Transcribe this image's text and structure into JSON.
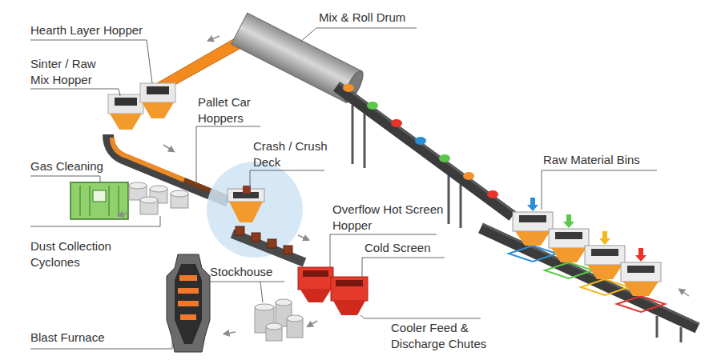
{
  "diagram": {
    "labels": [
      "Mix & Roll Drum",
      "Hearth Layer Hopper",
      "Sinter / Raw Mix Hopper",
      "Pallet Car Hoppers",
      "Crash / Crush Deck",
      "Raw Material Bins",
      "Gas Cleaning",
      "Overflow Hot Screen Hopper",
      "Dust Collection Cyclones",
      "Cold Screen",
      "Stockhouse",
      "Cooler Feed & Discharge Chutes",
      "Blast Furnace"
    ]
  }
}
